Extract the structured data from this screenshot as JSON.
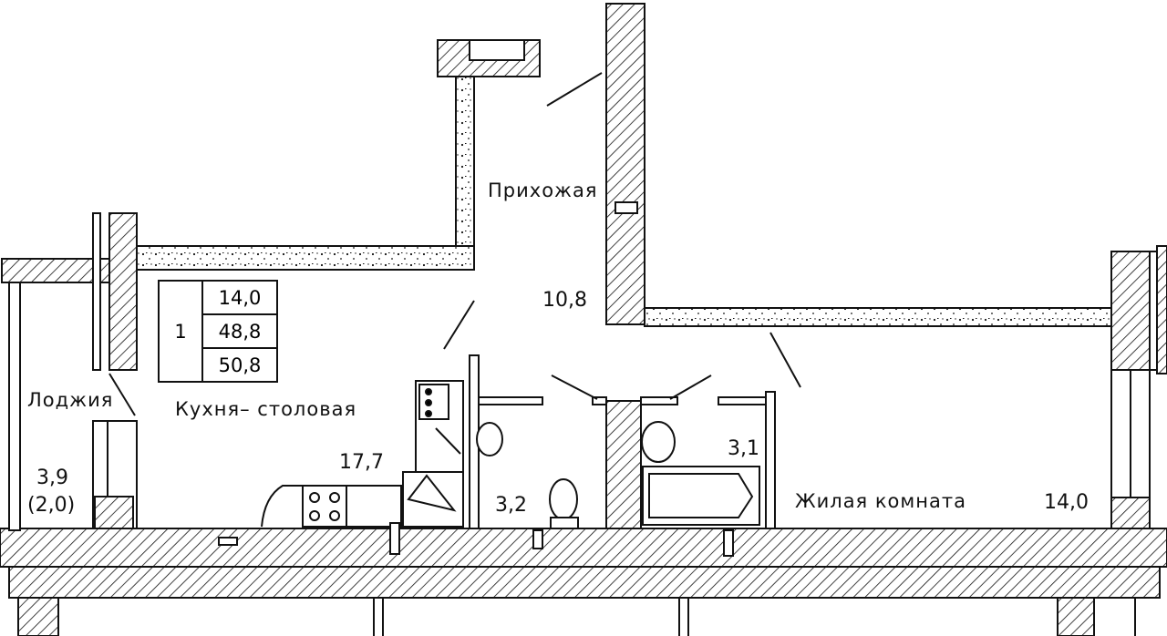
{
  "summary": {
    "rooms": "1",
    "living_area": "14,0",
    "total_area": "48,8",
    "total_with_loggia": "50,8"
  },
  "rooms": {
    "hallway": {
      "name": "Прихожая",
      "area": "10,8"
    },
    "kitchen": {
      "name": "Кухня– столовая",
      "area": "17,7"
    },
    "loggia": {
      "name": "Лоджия",
      "area": "3,9",
      "area_reduced": "(2,0)"
    },
    "bathroom": {
      "area": "3,2"
    },
    "bath": {
      "area": "3,1"
    },
    "living": {
      "name": "Жилая  комната",
      "area": "14,0"
    }
  },
  "colors": {
    "line": "#111111",
    "background": "#ffffff"
  }
}
